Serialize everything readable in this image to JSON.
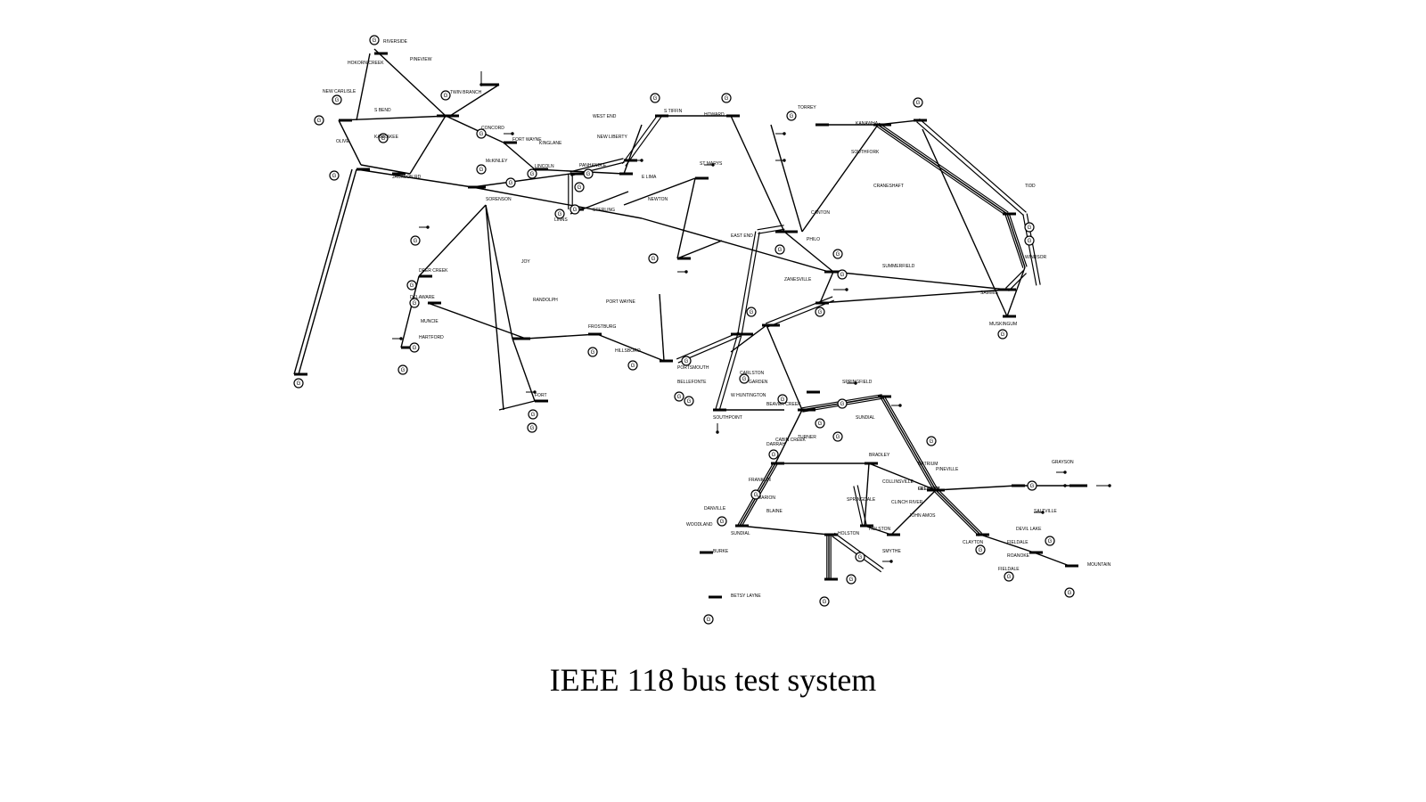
{
  "caption": "IEEE 118 bus test system",
  "colors": {
    "line": "#000000",
    "background": "#ffffff"
  },
  "generator_symbol": "G",
  "bus_labels": [
    "RIVERSIDE",
    "HOKORN CREEK",
    "PINEVIEW",
    "NEW CARLISLE",
    "S BEND",
    "TWIN BRANCH",
    "OLIVE",
    "KANKAKEE",
    "JACKSON RD",
    "CONCORD",
    "FORT WAYNE",
    "KINGLANE",
    "McKINLEY",
    "LINCOLN",
    "PANHANDLE",
    "SORENSON",
    "DEER CREEK",
    "DELAWARE",
    "MUNCIE",
    "HARTFORD",
    "WEST END",
    "S TIFFIN",
    "HOWARD",
    "NEW LIBERTY",
    "STERLING",
    "E LIMA",
    "LINNS",
    "FORT",
    "JOY",
    "RANDOLPH",
    "FROSTBURG",
    "HILLSBORO",
    "PORTSMOUTH",
    "NEWTON",
    "ST MARYS",
    "BELLEFONTE",
    "SOUTHPOINT",
    "W HUNTINGTON",
    "GARDEN",
    "TURNER",
    "BRADLEY",
    "NATRIUM",
    "COLLINSVILLE",
    "SPRINGDALE",
    "DARRAH",
    "SUMMERFIELD",
    "TORREY",
    "SOUTHFORK",
    "CRANESHAFT",
    "CANTON",
    "KANAWHA",
    "PHILO",
    "TIDD",
    "WINDSOR",
    "SAMMIS",
    "MUSKINGUM",
    "ZANESVILLE",
    "BEAVER CREEK",
    "FIELDALE",
    "ROANOKE",
    "CLINCH RIVER",
    "HOLSTON",
    "SMYTHE",
    "GLEN LYN",
    "CLAYTON",
    "JOHN AMOS",
    "MARION",
    "SUNDIAL",
    "DANVILLE",
    "WOODLAND",
    "GRAYSON",
    "SALTVILLE",
    "DEVIL LAKE",
    "MOUNTAIN",
    "PINEVILLE",
    "FREMONT",
    "HOLSTON",
    "BLAINE",
    "FRANKLIN",
    "FIELDALE",
    "BURKE",
    "BETSY LAYNE",
    "SPRINGFIELD",
    "CARLSTON",
    "CABIN CREEK",
    "SUNDIAL",
    "EAST END",
    "PORT WAYNE"
  ]
}
